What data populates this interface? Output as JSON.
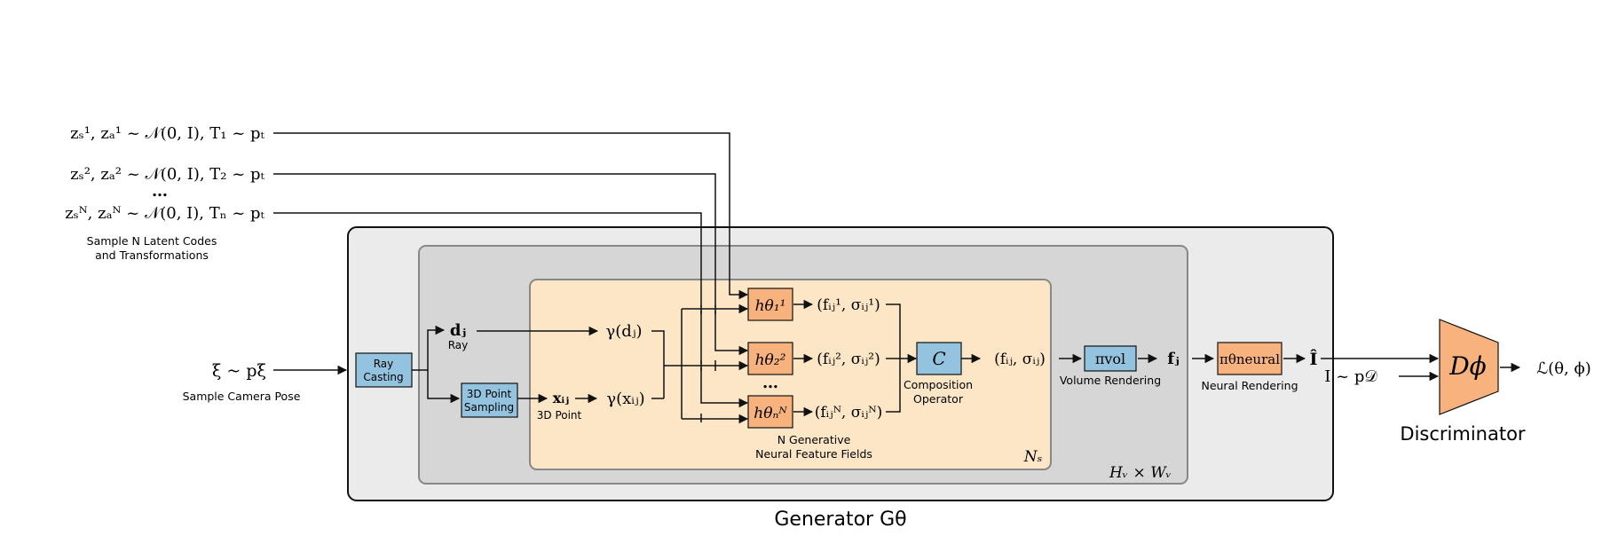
{
  "inputs": {
    "latent_1": "zₛ¹, zₐ¹ ~ 𝒩(0, I), T₁ ~ pₜ",
    "latent_2": "zₛ², zₐ² ~ 𝒩(0, I), T₂ ~ pₜ",
    "dots": "…",
    "latent_n": "zₛᴺ, zₐᴺ ~ 𝒩(0, I), Tₙ ~ pₜ",
    "latent_caption_1": "Sample N Latent Codes",
    "latent_caption_2": "and Transformations",
    "camera": "ξ ~ pξ",
    "camera_caption": "Sample Camera Pose"
  },
  "generator": {
    "ray_casting_1": "Ray",
    "ray_casting_2": "Casting",
    "sampling_1": "3D Point",
    "sampling_2": "Sampling",
    "ray_var": "dⱼ",
    "ray_label": "Ray",
    "point_var": "xᵢⱼ",
    "point_label": "3D Point",
    "gamma_d": "γ(dⱼ)",
    "gamma_x": "γ(xᵢⱼ)",
    "h1": "hθ₁¹",
    "h2": "hθ₂²",
    "hn": "hθₙᴺ",
    "dots": "…",
    "out1": "(fᵢⱼ¹, σᵢⱼ¹)",
    "out2": "(fᵢⱼ², σᵢⱼ²)",
    "outn": "(fᵢⱼᴺ, σᵢⱼᴺ)",
    "fields_caption_1": "N Generative",
    "fields_caption_2": "Neural Feature Fields",
    "ns_label": "Nₛ",
    "composition": "C",
    "composition_caption_1": "Composition",
    "composition_caption_2": "Operator",
    "composed": "(fᵢⱼ, σᵢⱼ)",
    "volume": "πvol",
    "volume_caption": "Volume Rendering",
    "fj": "fⱼ",
    "hv_label": "Hᵥ × Wᵥ",
    "neural": "πθneural",
    "neural_caption": "Neural Rendering",
    "output": "Î",
    "caption": "Generator  Gθ"
  },
  "discriminator": {
    "real": "I ~ p𝒟",
    "label": "Dϕ",
    "caption": "Discriminator",
    "loss": "ℒ(θ, ϕ)"
  },
  "colors": {
    "blue_box": "#93c3df",
    "orange_box": "#f8b27e",
    "feature_panel": "#fde6c5",
    "inner_panel": "#d6d6d6",
    "outer_panel": "#ebebeb"
  }
}
